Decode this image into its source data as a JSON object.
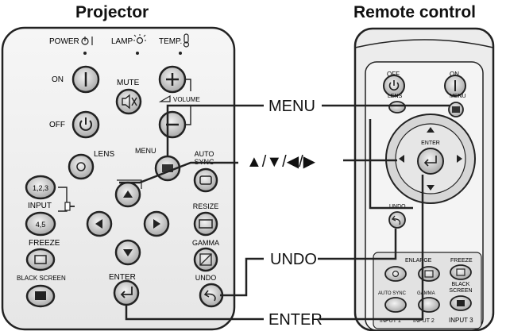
{
  "titles": {
    "projector": "Projector",
    "remote": "Remote control"
  },
  "callouts": {
    "menu": "MENU",
    "arrows": "▲/▼/◀/▶",
    "undo": "UNDO",
    "enter": "ENTER"
  },
  "projector": {
    "indicators": {
      "power": "POWER",
      "lamp": "LAMP",
      "temp": "TEMP."
    },
    "on": "ON",
    "off": "OFF",
    "mute": "MUTE",
    "volume": "VOLUME",
    "lens": "LENS",
    "menu": "MENU",
    "auto_sync_1": "AUTO",
    "auto_sync_2": "SYNC",
    "resize": "RESIZE",
    "input": "INPUT",
    "input_123": "1,2,3",
    "input_45": "4,5",
    "freeze": "FREEZE",
    "gamma": "GAMMA",
    "black_screen": "BLACK SCREEN",
    "enter": "ENTER",
    "undo": "UNDO"
  },
  "remote": {
    "off": "OFF",
    "on": "ON",
    "lens": "LENS",
    "menu": "MENU",
    "enter": "ENTER",
    "undo": "UNDO",
    "enlarge": "ENLARGE",
    "freeze": "FREEZE",
    "black_1": "BLACK",
    "black_2": "SCREEN",
    "auto_sync": "AUTO SYNC",
    "gamma": "GAMMA",
    "input_1": "INPUT 1",
    "input_2": "INPUT 2",
    "input_3": "INPUT 3"
  }
}
